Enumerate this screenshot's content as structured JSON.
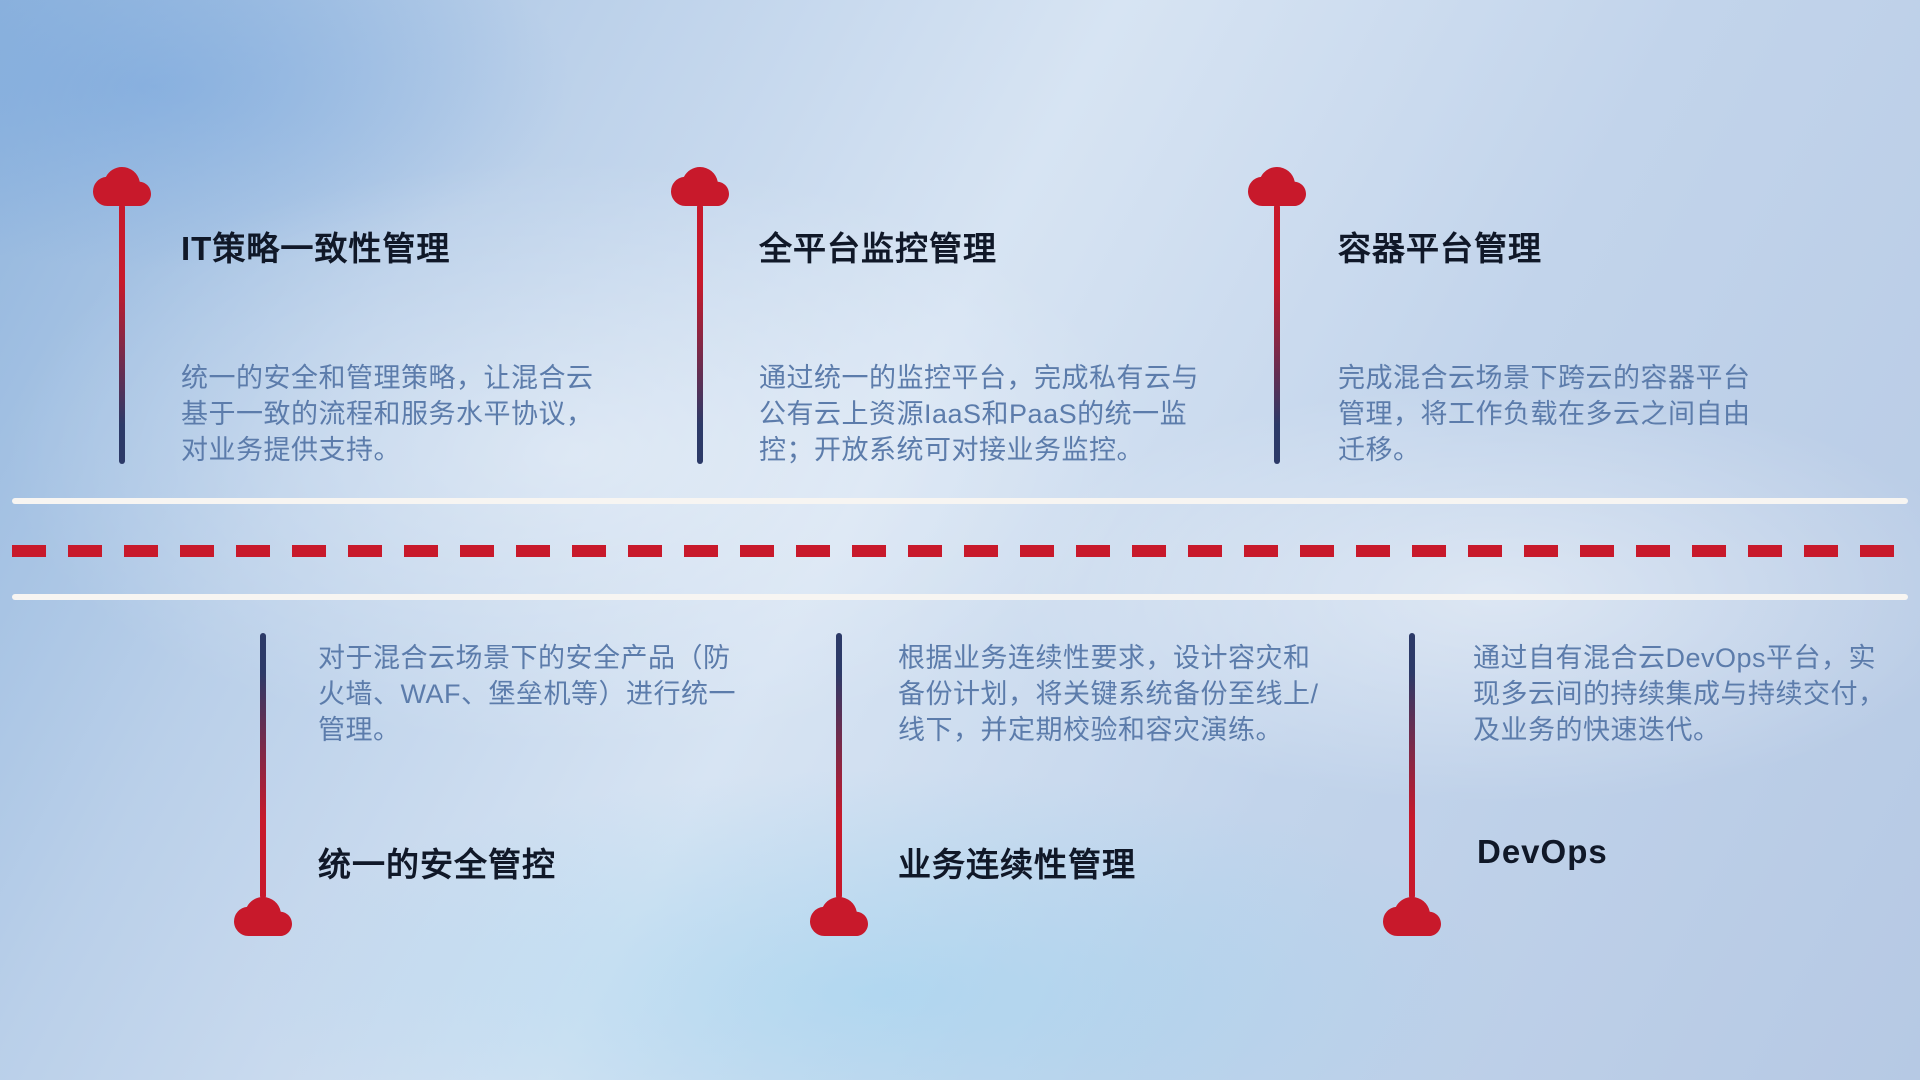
{
  "colors": {
    "red": "#c8192b",
    "navy": "#2c3a68",
    "title": "#101828",
    "description": "#5c7cab"
  },
  "top_items": [
    {
      "title": "IT策略一致性管理",
      "description": "统一的安全和管理策略，让混合云基于一致的流程和服务水平协议，对业务提供支持。"
    },
    {
      "title": "全平台监控管理",
      "description": "通过统一的监控平台，完成私有云与公有云上资源IaaS和PaaS的统一监控；开放系统可对接业务监控。"
    },
    {
      "title": "容器平台管理",
      "description": "完成混合云场景下跨云的容器平台管理，将工作负载在多云之间自由迁移。"
    }
  ],
  "bottom_items": [
    {
      "title": "统一的安全管控",
      "description": "对于混合云场景下的安全产品（防火墙、WAF、堡垒机等）进行统一管理。"
    },
    {
      "title": "业务连续性管理",
      "description": "根据业务连续性要求，设计容灾和备份计划，将关键系统备份至线上/线下，并定期校验和容灾演练。"
    },
    {
      "title": "DevOps",
      "description": "通过自有混合云DevOps平台，实现多云间的持续集成与持续交付，及业务的快速迭代。"
    }
  ]
}
